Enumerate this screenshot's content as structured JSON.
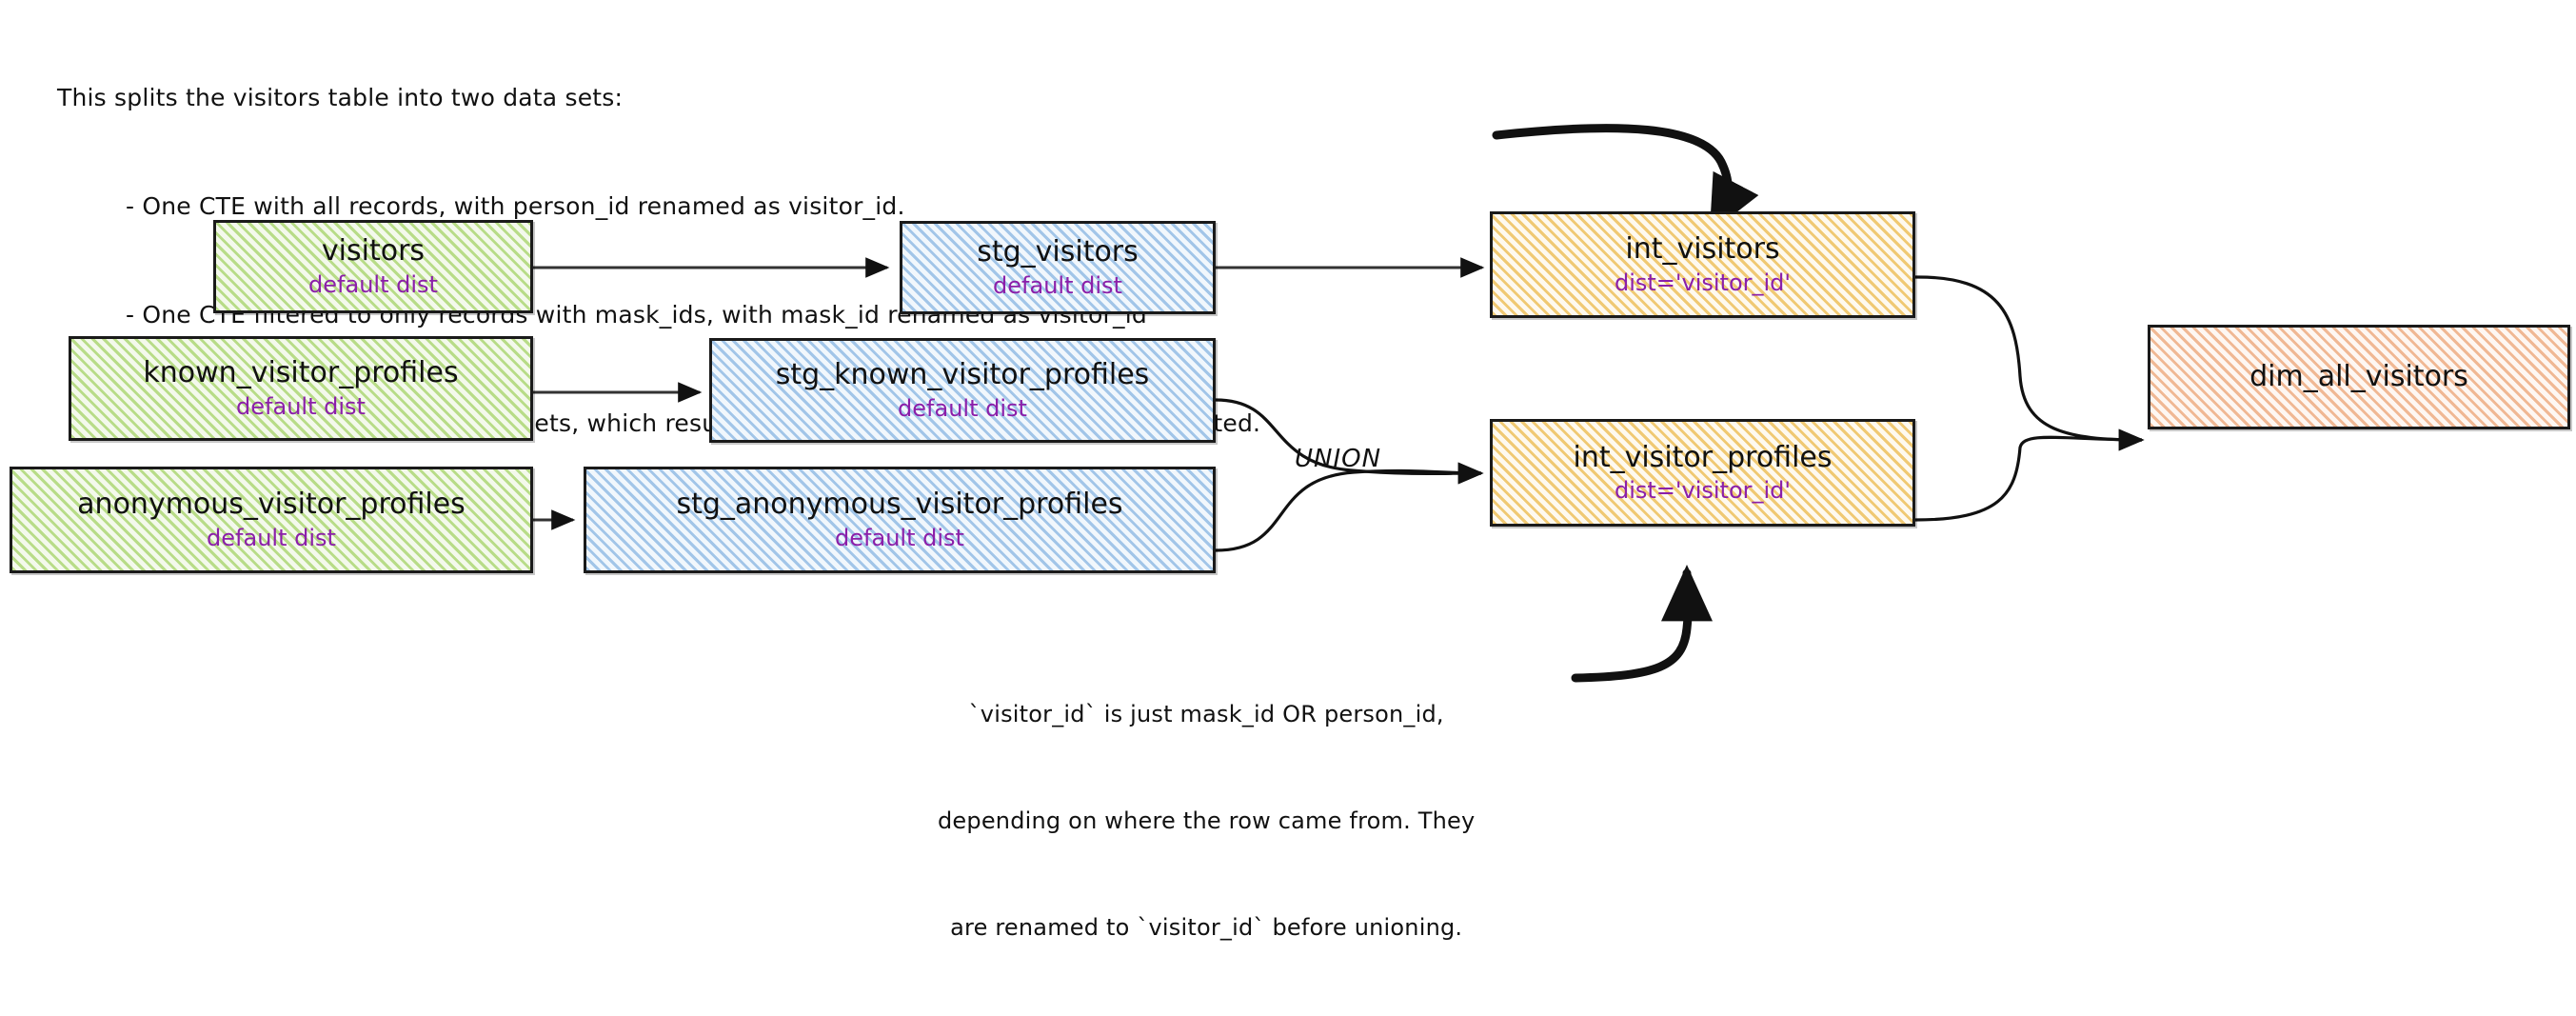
{
  "intro_note": {
    "lines": [
      "This splits the visitors table into two data sets:",
      "- One CTE with all records, with person_id renamed as visitor_id.",
      "- One CTE filtered to only records with mask_ids, with mask_id renamed as visitor_id",
      "- One CTE to union the two data sets, which results in a grain of one row per profile collected."
    ]
  },
  "bottom_note": {
    "lines": [
      "`visitor_id` is just mask_id OR person_id,",
      "depending on where the row came from. They",
      "are renamed to `visitor_id` before unioning."
    ]
  },
  "union_label": "UNION",
  "colors": {
    "source_green": "#8dc63f",
    "staging_blue": "#5696d6",
    "intermediate_yellow": "#e9b238",
    "mart_orange": "#e78c52",
    "dist_text_purple": "#8b1fa9",
    "outline": "#1a1a1a",
    "edge": "#111111"
  },
  "nodes": [
    {
      "id": "visitors",
      "title": "visitors",
      "sub": "default dist",
      "layer": "source"
    },
    {
      "id": "known_visitor_profiles",
      "title": "known_visitor_profiles",
      "sub": "default dist",
      "layer": "source"
    },
    {
      "id": "anonymous_visitor_profiles",
      "title": "anonymous_visitor_profiles",
      "sub": "default dist",
      "layer": "source"
    },
    {
      "id": "stg_visitors",
      "title": "stg_visitors",
      "sub": "default dist",
      "layer": "staging"
    },
    {
      "id": "stg_known_visitor_profiles",
      "title": "stg_known_visitor_profiles",
      "sub": "default dist",
      "layer": "staging"
    },
    {
      "id": "stg_anonymous_visitor_profiles",
      "title": "stg_anonymous_visitor_profiles",
      "sub": "default dist",
      "layer": "staging"
    },
    {
      "id": "int_visitors",
      "title": "int_visitors",
      "sub": "dist='visitor_id'",
      "layer": "intermediate"
    },
    {
      "id": "int_visitor_profiles",
      "title": "int_visitor_profiles",
      "sub": "dist='visitor_id'",
      "layer": "intermediate"
    },
    {
      "id": "dim_all_visitors",
      "title": "dim_all_visitors",
      "sub": "",
      "layer": "mart"
    }
  ],
  "edges": [
    {
      "from": "visitors",
      "to": "stg_visitors"
    },
    {
      "from": "known_visitor_profiles",
      "to": "stg_known_visitor_profiles"
    },
    {
      "from": "anonymous_visitor_profiles",
      "to": "stg_anonymous_visitor_profiles"
    },
    {
      "from": "stg_visitors",
      "to": "int_visitors"
    },
    {
      "from": "stg_known_visitor_profiles",
      "to": "int_visitor_profiles",
      "label": "UNION"
    },
    {
      "from": "stg_anonymous_visitor_profiles",
      "to": "int_visitor_profiles",
      "label": "UNION"
    },
    {
      "from": "int_visitors",
      "to": "dim_all_visitors"
    },
    {
      "from": "int_visitor_profiles",
      "to": "dim_all_visitors"
    },
    {
      "from": "intro_note",
      "to": "int_visitors"
    },
    {
      "from": "bottom_note",
      "to": "int_visitor_profiles"
    }
  ]
}
